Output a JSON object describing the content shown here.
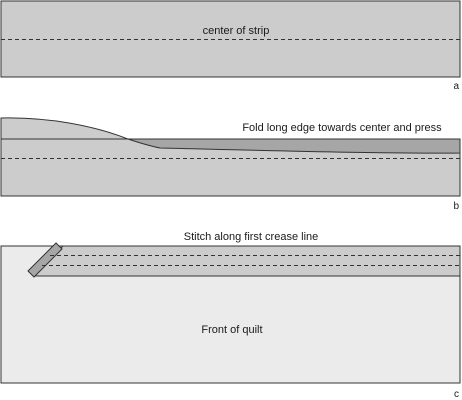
{
  "panels": [
    {
      "letter": "a",
      "label": "center of strip"
    },
    {
      "letter": "b",
      "label": "Fold long edge towards center and press"
    },
    {
      "letter": "c",
      "top_label": "Stitch along first crease line",
      "body_label": "Front of quilt"
    }
  ],
  "colors": {
    "strip_fill": "#cccccc",
    "folded_flap_fill": "#a6a6a6",
    "quilt_fill": "#ebebeb",
    "outline": "#333333",
    "text": "#1a1a1a"
  }
}
